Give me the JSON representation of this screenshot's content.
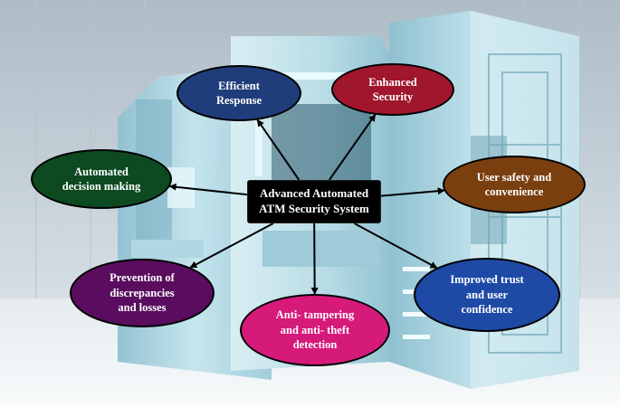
{
  "diagram": {
    "center": {
      "label": "Advanced Automated\nATM Security System",
      "color": "#000000"
    },
    "nodes": [
      {
        "id": "efficient",
        "label": "Efficient\nResponse",
        "color": "#1f3d7a"
      },
      {
        "id": "enhanced",
        "label": "Enhanced\nSecurity",
        "color": "#a0162c"
      },
      {
        "id": "automated",
        "label": "Automated\ndecision making",
        "color": "#0d4a22"
      },
      {
        "id": "usersafety",
        "label": "User safety and\nconvenience",
        "color": "#7a3f0f"
      },
      {
        "id": "prevention",
        "label": "Prevention of\ndiscrepancies\nand losses",
        "color": "#5a0d5e"
      },
      {
        "id": "antitamper",
        "label": "Anti- tampering\nand anti- theft\ndetection",
        "color": "#d61a7a"
      },
      {
        "id": "trust",
        "label": "Improved trust\nand user\nconfidence",
        "color": "#1e4aa6"
      }
    ],
    "edges": [
      {
        "from": "center",
        "to": "efficient"
      },
      {
        "from": "center",
        "to": "enhanced"
      },
      {
        "from": "center",
        "to": "automated"
      },
      {
        "from": "center",
        "to": "usersafety"
      },
      {
        "from": "center",
        "to": "prevention"
      },
      {
        "from": "center",
        "to": "antitamper"
      },
      {
        "from": "center",
        "to": "trust"
      }
    ],
    "arrow_color": "#000000"
  },
  "background": {
    "wall_color": "#c7d2d9",
    "floor_color": "#f3f6f8",
    "machine_color": "#a9d3df",
    "glow_color": "#e8fbff"
  }
}
